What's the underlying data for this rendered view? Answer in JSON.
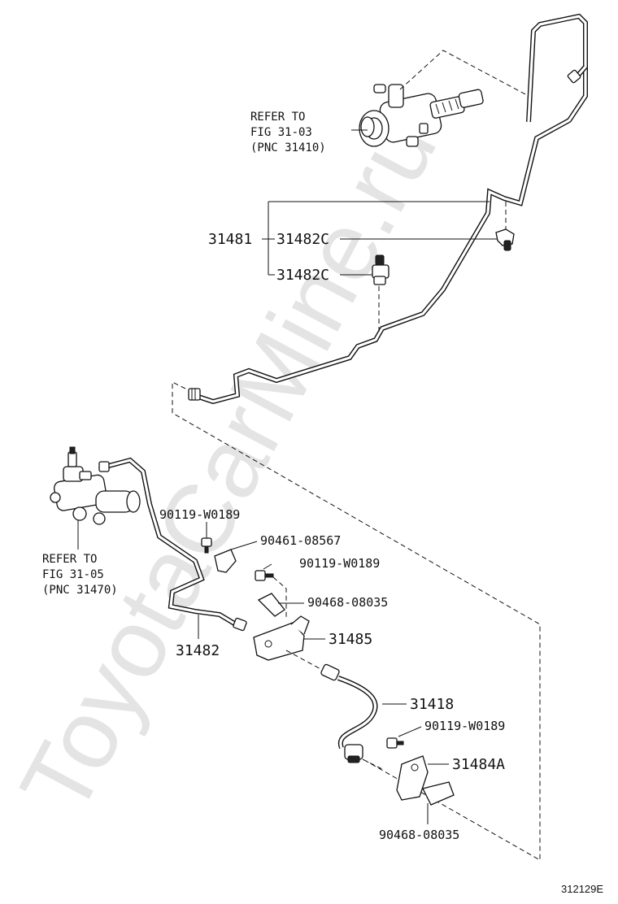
{
  "watermark": "ToyotaCarMine.ru",
  "diagram_code": "312129E",
  "refs": {
    "top": [
      "REFER TO",
      "FIG 31-03",
      "(PNC 31410)"
    ],
    "bottom": [
      "REFER TO",
      "FIG 31-05",
      "(PNC 31470)"
    ]
  },
  "labels": {
    "p31481": "31481",
    "p31482c_a": "31482C",
    "p31482c_b": "31482C",
    "p90119_a": "90119-W0189",
    "p90461": "90461-08567",
    "p90119_b": "90119-W0189",
    "p90468_a": "90468-08035",
    "p31485": "31485",
    "p31482": "31482",
    "p31418": "31418",
    "p90119_c": "90119-W0189",
    "p31484a": "31484A",
    "p90468_b": "90468-08035"
  }
}
